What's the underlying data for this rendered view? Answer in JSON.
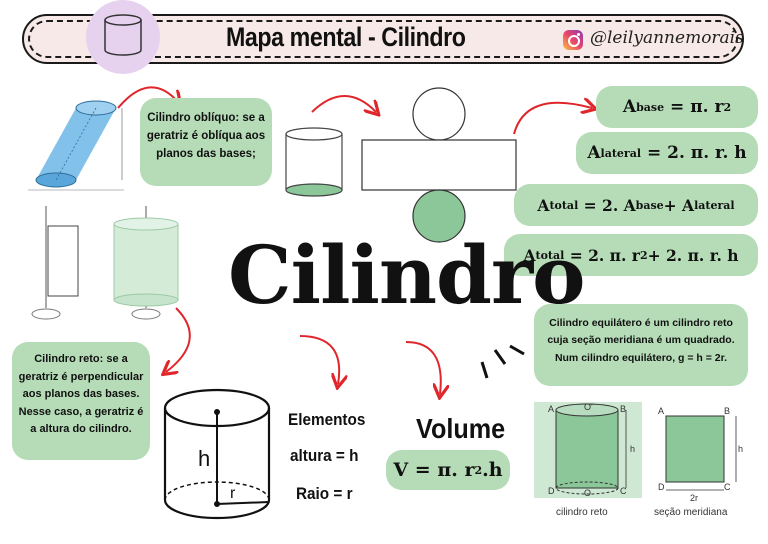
{
  "header": {
    "title": "Mapa mental - Cilindro",
    "instagram_handle": "@leilyannemorais"
  },
  "central_title": "Cilindro",
  "notes": {
    "obliquo": [
      "Cilindro oblíquo: se a",
      "geratriz é oblíqua aos",
      "planos das bases;"
    ],
    "reto": [
      "Cilindro reto: se a",
      "geratriz é perpendicular",
      "aos planos das bases.",
      "Nesse caso, a geratriz é",
      "a altura do cilindro."
    ],
    "equilatero": [
      "Cilindro equilátero é um cilindro reto",
      "cuja seção meridiana é um quadrado.",
      "Num cilindro equilátero,  g = h = 2r."
    ]
  },
  "formulas": {
    "base": {
      "name": "A",
      "sub": "base",
      "rhs": "= π. r",
      "sup": "2"
    },
    "lateral": {
      "name": "A",
      "sub": "lateral",
      "rhs": "= 2. π. r. h"
    },
    "total1": {
      "name": "A",
      "sub": "total",
      "rhs": "= 2. A",
      "sub2": "base",
      "mid": " + A",
      "sub3": "lateral"
    },
    "total2": {
      "name": "A",
      "sub": "total",
      "rhs": "= 2. π. r",
      "sup": "2",
      "tail": " + 2. π. r. h"
    },
    "volume": {
      "lhs": "V = π. r",
      "sup": "2",
      "tail": ".h"
    }
  },
  "elementos": {
    "heading": "Elementos",
    "altura": "altura = h",
    "raio": "Raio = r"
  },
  "volume_heading": "Volume",
  "diagram_labels": {
    "h": "h",
    "r": "r",
    "A": "A",
    "B": "B",
    "C": "C",
    "D": "D",
    "O": "O",
    "O2": "O'",
    "two_r": "2r",
    "cilindro_reto": "cilindro reto",
    "secao_meridiana": "seção meridiana"
  },
  "colors": {
    "green": "#b5dcb7",
    "dark_green": "#8cc79a",
    "banner": "#f7e9e7",
    "lavender": "#e6d2ee",
    "arrow_red": "#e0262b",
    "oblique_blue": "#6cb6e6"
  }
}
